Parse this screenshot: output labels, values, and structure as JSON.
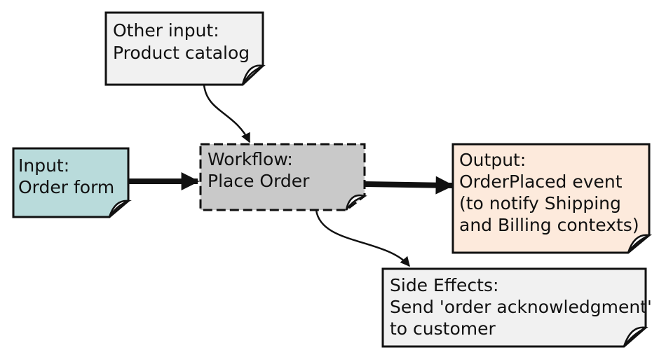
{
  "colors": {
    "ink": "#111111",
    "input_fill": "#b9dbdb",
    "other_input_fill": "#f1f1f1",
    "workflow_fill": "#c9c9c9",
    "output_fill": "#fdeadc",
    "side_effects_fill": "#f1f1f1"
  },
  "notes": {
    "other_input": {
      "line1": "Other input:",
      "line2": "Product catalog"
    },
    "input": {
      "line1": "Input:",
      "line2": "Order form"
    },
    "workflow": {
      "line1": "Workflow:",
      "line2": "Place Order"
    },
    "output": {
      "line1": "Output:",
      "line2": "OrderPlaced event",
      "line3": "(to notify Shipping",
      "line4": "and Billing contexts)"
    },
    "side_effects": {
      "line1": "Side Effects:",
      "line2": "Send 'order acknowledgment'",
      "line3": "to customer"
    }
  }
}
